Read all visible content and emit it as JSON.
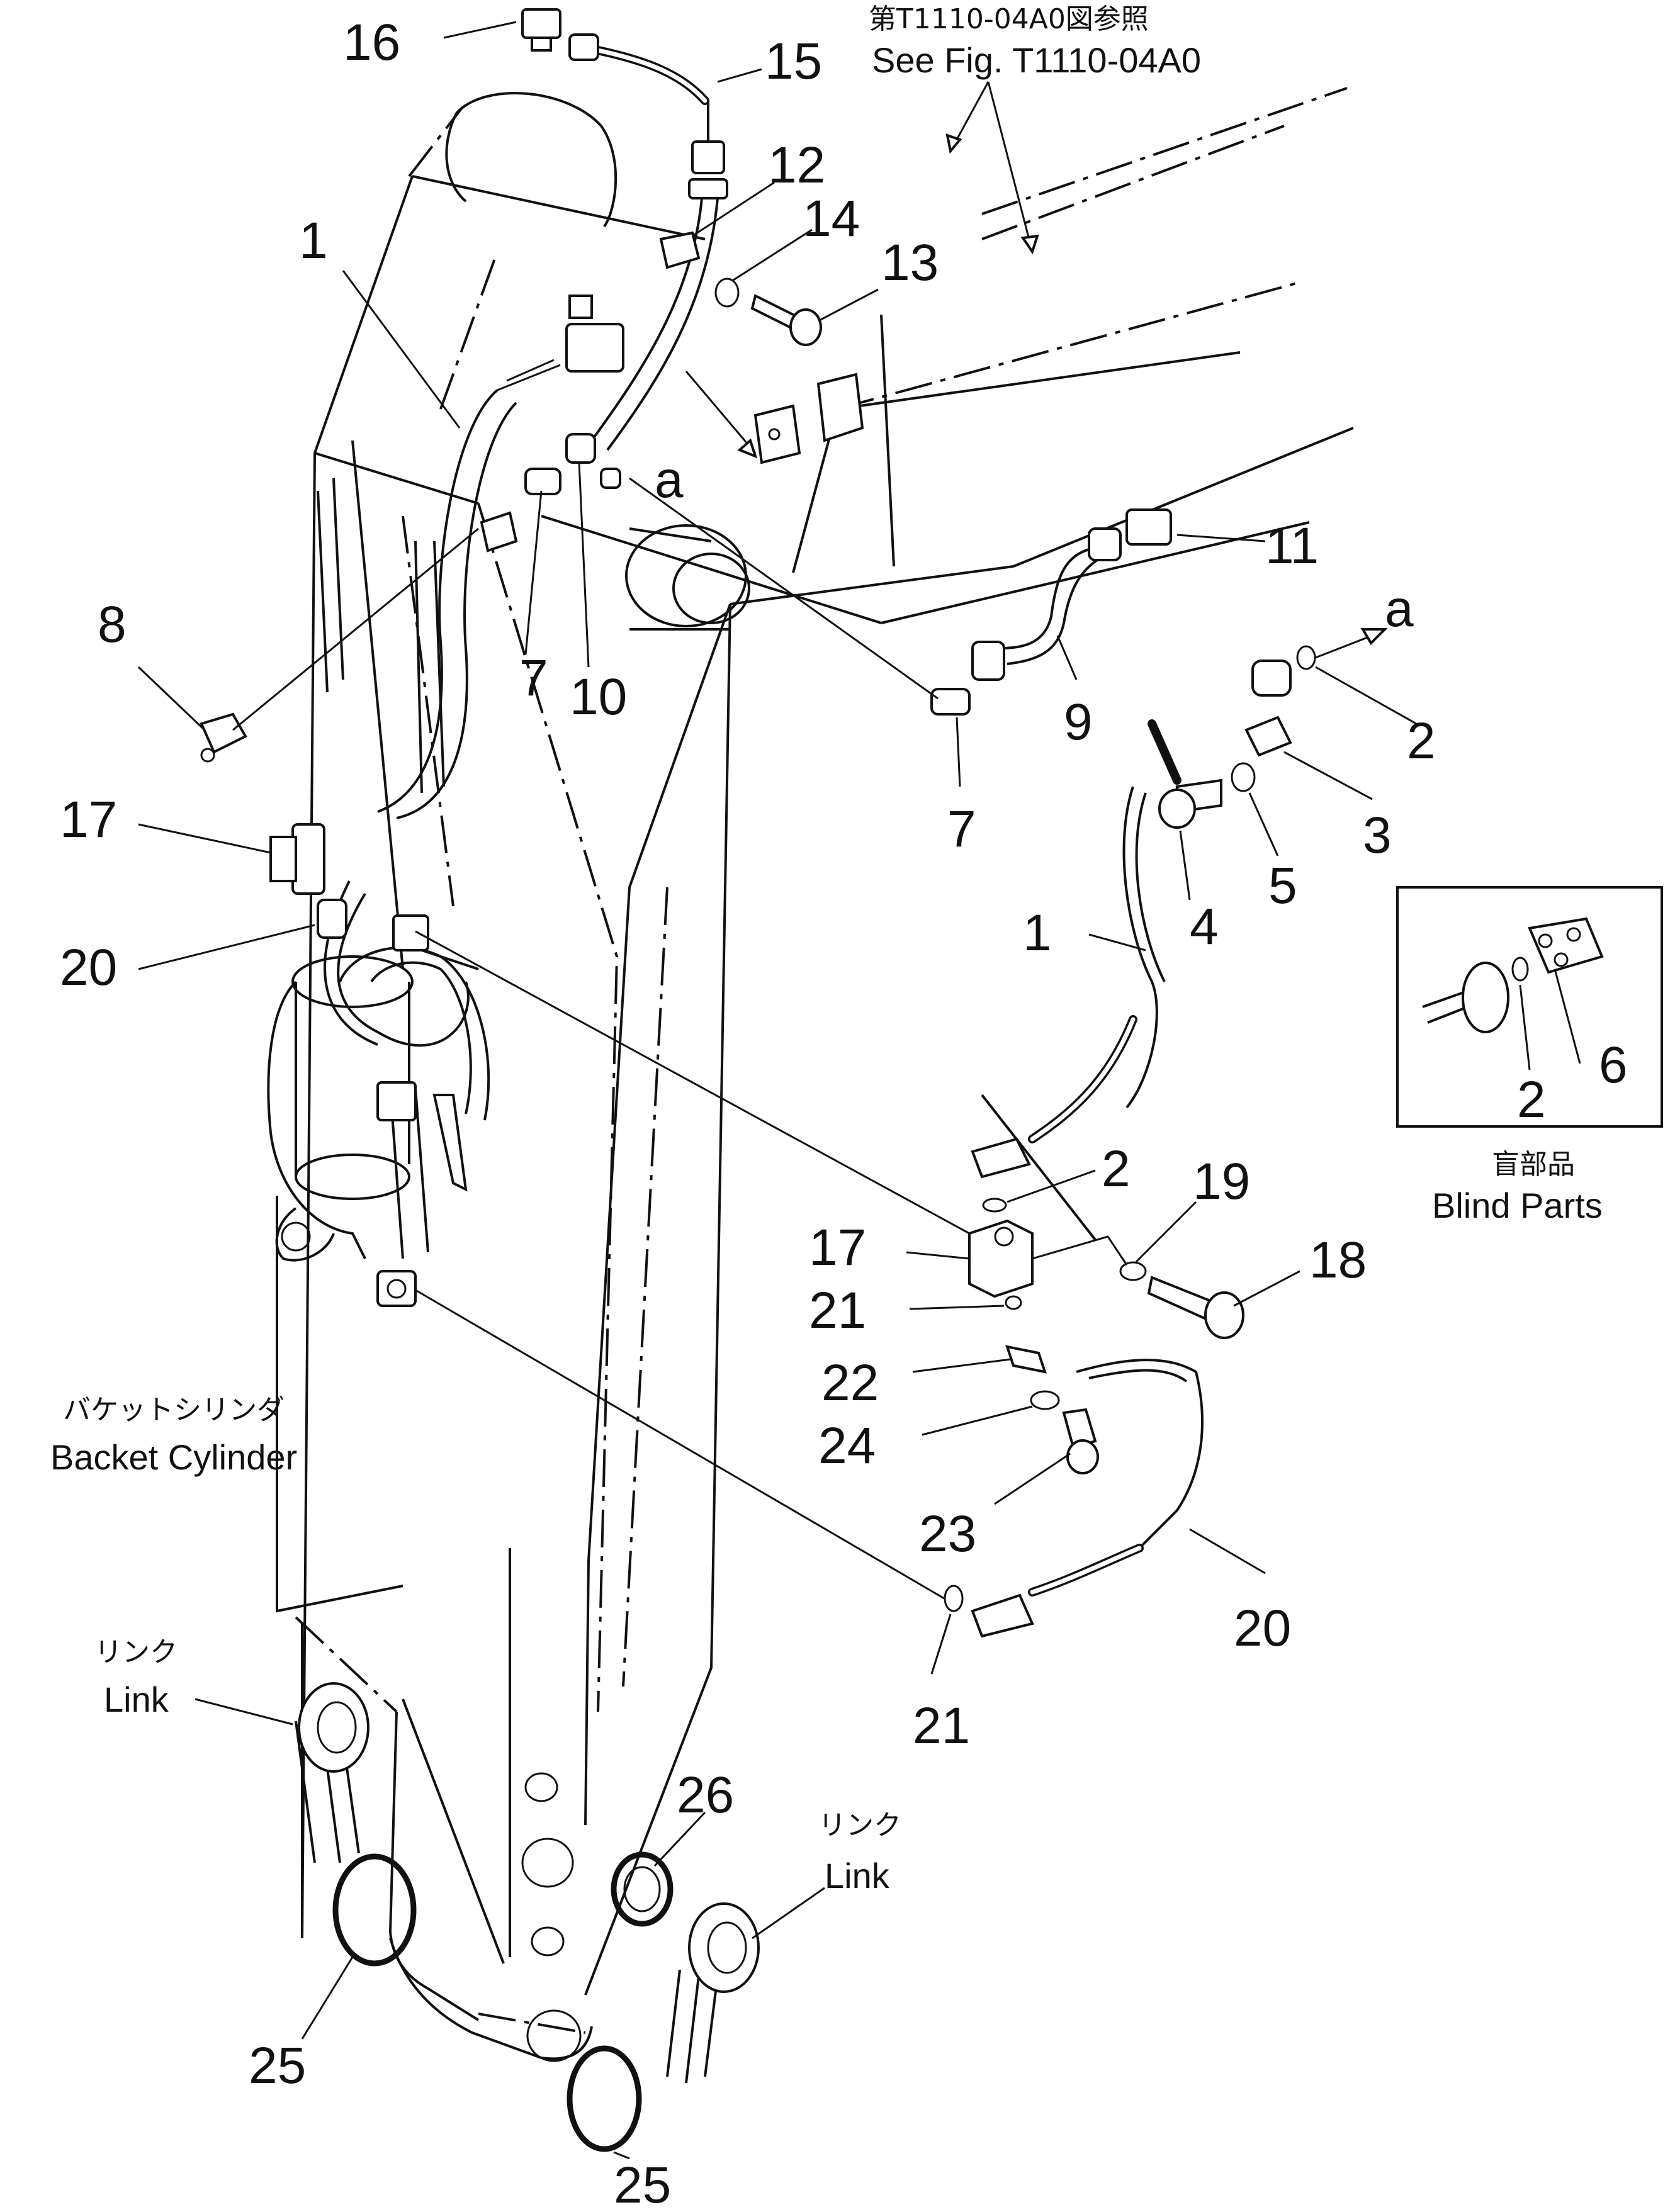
{
  "header": {
    "ref_jp": "第T1110-04A0図参照",
    "ref_en": "See Fig. T1110-04A0"
  },
  "labels": {
    "bucket_cylinder_jp": "バケットシリンダ",
    "bucket_cylinder_en": "Backet Cylinder",
    "link_jp_1": "リンク",
    "link_en_1": "Link",
    "link_jp_2": "リンク",
    "link_en_2": "Link",
    "blind_parts_jp": "盲部品",
    "blind_parts_en": "Blind Parts"
  },
  "view_marks": {
    "a_main": "a",
    "a_arrow": "a"
  },
  "callouts": [
    {
      "id": "c16",
      "text": "16"
    },
    {
      "id": "c15",
      "text": "15"
    },
    {
      "id": "c12",
      "text": "12"
    },
    {
      "id": "c14",
      "text": "14"
    },
    {
      "id": "c13",
      "text": "13"
    },
    {
      "id": "c1a",
      "text": "1"
    },
    {
      "id": "c11",
      "text": "11"
    },
    {
      "id": "c8",
      "text": "8"
    },
    {
      "id": "c7a",
      "text": "7"
    },
    {
      "id": "c10",
      "text": "10"
    },
    {
      "id": "c9",
      "text": "9"
    },
    {
      "id": "c2a",
      "text": "2"
    },
    {
      "id": "c3",
      "text": "3"
    },
    {
      "id": "c7b",
      "text": "7"
    },
    {
      "id": "c5",
      "text": "5"
    },
    {
      "id": "c4",
      "text": "4"
    },
    {
      "id": "c17a",
      "text": "17"
    },
    {
      "id": "c1b",
      "text": "1"
    },
    {
      "id": "c20a",
      "text": "20"
    },
    {
      "id": "c6",
      "text": "6"
    },
    {
      "id": "c2b",
      "text": "2"
    },
    {
      "id": "c2c",
      "text": "2"
    },
    {
      "id": "c19",
      "text": "19"
    },
    {
      "id": "c17b",
      "text": "17"
    },
    {
      "id": "c18",
      "text": "18"
    },
    {
      "id": "c21a",
      "text": "21"
    },
    {
      "id": "c22",
      "text": "22"
    },
    {
      "id": "c24",
      "text": "24"
    },
    {
      "id": "c23",
      "text": "23"
    },
    {
      "id": "c20b",
      "text": "20"
    },
    {
      "id": "c21b",
      "text": "21"
    },
    {
      "id": "c26",
      "text": "26"
    },
    {
      "id": "c25a",
      "text": "25"
    },
    {
      "id": "c25b",
      "text": "25"
    }
  ]
}
